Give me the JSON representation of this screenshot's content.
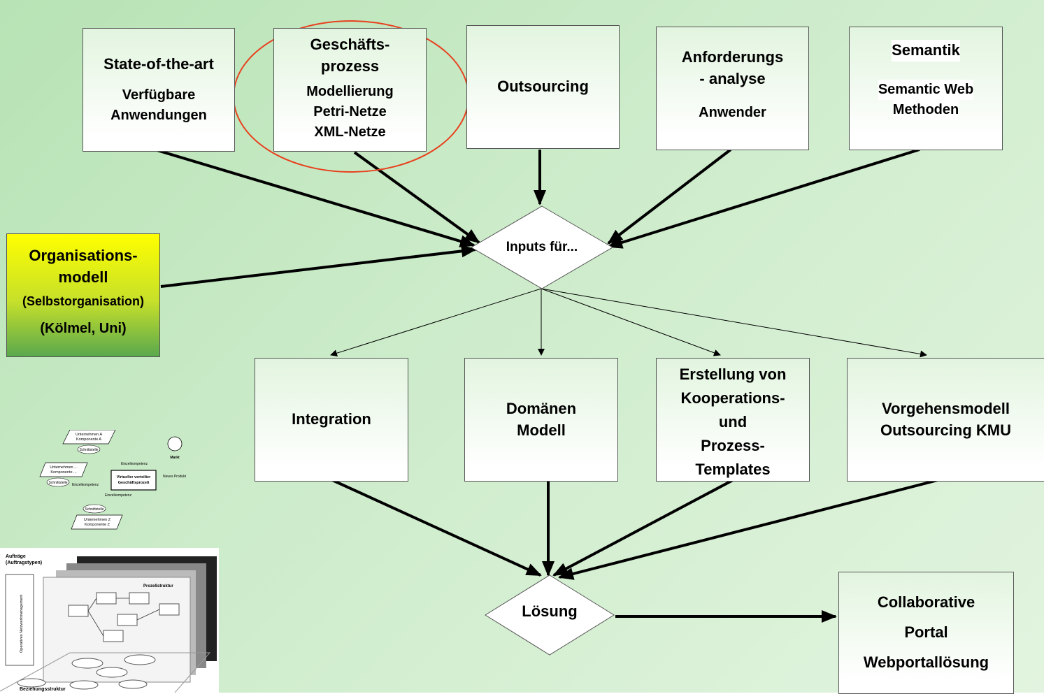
{
  "top_boxes": {
    "state": {
      "title": "State-of-the-art",
      "line1": "Verfügbare",
      "line2": "Anwendungen"
    },
    "geschaeft": {
      "title1": "Geschäfts-",
      "title2": "prozess",
      "line1": "Modellierung",
      "line2": "Petri-Netze",
      "line3": "XML-Netze"
    },
    "outsourcing": {
      "title": "Outsourcing"
    },
    "anforderung": {
      "title1": "Anforderungs",
      "title2": "- analyse",
      "line1": "Anwender"
    },
    "semantik": {
      "title": "Semantik",
      "line1": "Semantic Web",
      "line2": "Methoden"
    }
  },
  "org_box": {
    "title1": "Organisations-",
    "title2": "modell",
    "line1": "(Selbstorganisation)",
    "line2": "(Kölmel, Uni)"
  },
  "inputs_diamond": {
    "label": "Inputs für..."
  },
  "bottom_boxes": {
    "integration": {
      "label": "Integration"
    },
    "domaenen": {
      "line1": "Domänen",
      "line2": "Modell"
    },
    "erstellung": {
      "line1": "Erstellung von",
      "line2": "Kooperations-",
      "line3": "und",
      "line4": "Prozess-",
      "line5": "Templates"
    },
    "vorgehen": {
      "line1": "Vorgehensmodell",
      "line2": "Outsourcing KMU"
    }
  },
  "loesung_diamond": {
    "label": "Lösung"
  },
  "portal_box": {
    "line1": "Collaborative",
    "line2": "Portal",
    "line3": "Webportallösung"
  },
  "thumbnail_vp": {
    "u_a": "Unternehmen A",
    "k_a": "Komponente A",
    "schnittstelle": "Schnittstelle",
    "u_dots": "Unternehmen ...",
    "k_dots": "Komponente ...",
    "einzel": "Einzelkompetenz",
    "vp1": "Virtueller verteilter",
    "vp2": "Geschäftsprozeß",
    "markt": "Markt",
    "neues": "Neues Produkt",
    "u_z": "Unternehmen Z",
    "k_z": "Komponente Z"
  },
  "thumbnail_net": {
    "auftraege": "Aufträge",
    "auftragstypen": "(Auftragstypen)",
    "prozess": "Prozeßstruktur",
    "ops": "Operatives Netzwerkmanagement",
    "beziehung": "Beziehungsstruktur"
  },
  "colors": {
    "highlight_ellipse": "#e8401e",
    "org_top": "#ffff00",
    "org_bottom": "#5aa84e"
  }
}
